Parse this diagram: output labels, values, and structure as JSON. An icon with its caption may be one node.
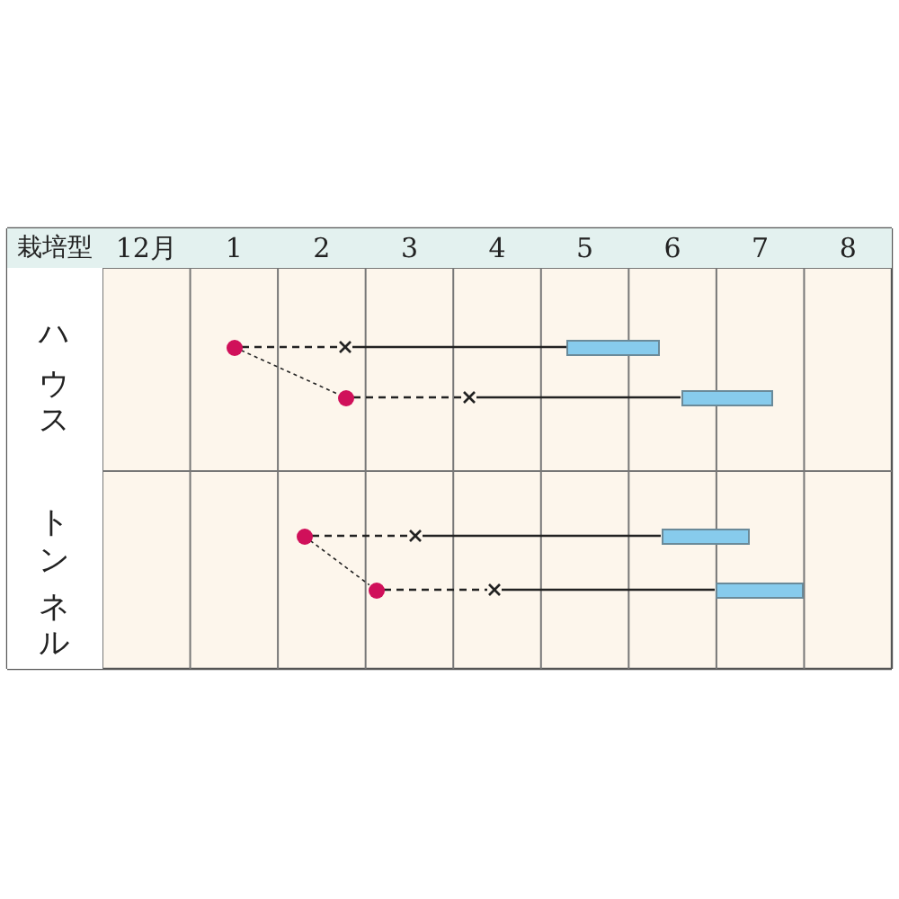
{
  "diagram": {
    "nodes": [
      {
        "text": [],
        "shape": "circle"
      },
      {
        "text": [],
        "shape": "cross"
      },
      {
        "text": [],
        "shape": "bar"
      },
      {
        "text": [],
        "shape": "circle"
      },
      {
        "text": [],
        "shape": "cross"
      },
      {
        "text": [],
        "shape": "bar"
      },
      {
        "text": [],
        "shape": "circle"
      },
      {
        "text": [],
        "shape": "cross"
      },
      {
        "text": [],
        "shape": "bar"
      },
      {
        "text": [],
        "shape": "circle"
      },
      {
        "text": [],
        "shape": "cross"
      },
      {
        "text": [],
        "shape": "bar"
      }
    ],
    "edges": [
      {
        "from": 0,
        "to": 1,
        "arrow": "none",
        "style": "dashed"
      },
      {
        "from": 1,
        "to": 2,
        "arrow": "none"
      },
      {
        "from": 0,
        "to": 3,
        "arrow": "none",
        "style": "dashed"
      },
      {
        "from": 3,
        "to": 4,
        "arrow": "none",
        "style": "dashed"
      },
      {
        "from": 4,
        "to": 5,
        "arrow": "none"
      },
      {
        "from": 6,
        "to": 7,
        "arrow": "none",
        "style": "dashed"
      },
      {
        "from": 7,
        "to": 8,
        "arrow": "none"
      },
      {
        "from": 6,
        "to": 9,
        "arrow": "none",
        "style": "dashed"
      },
      {
        "from": 9,
        "to": 10,
        "arrow": "none",
        "style": "dashed"
      },
      {
        "from": 10,
        "to": 11,
        "arrow": "none"
      }
    ],
    "labels": [
      "栽培型",
      "12月",
      "1",
      "2",
      "3",
      "4",
      "5",
      "6",
      "7",
      "8",
      "ハウス",
      "トンネル"
    ]
  }
}
